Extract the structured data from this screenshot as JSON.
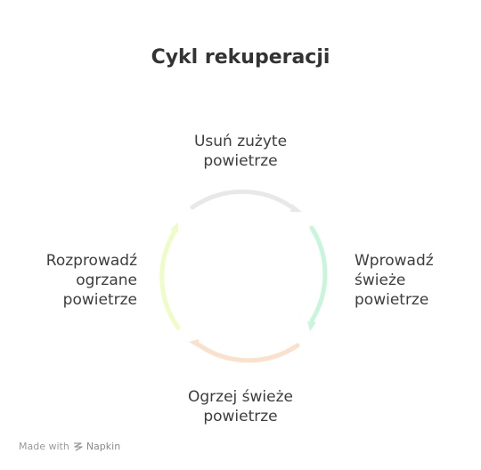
{
  "diagram": {
    "title": "Cykl rekuperacji",
    "steps": [
      {
        "lines": [
          "Usuń zużyte",
          "powietrze"
        ],
        "color": "#e8e8e8"
      },
      {
        "lines": [
          "Wprowadź",
          "świeże",
          "powietrze"
        ],
        "color": "#c9f5dd"
      },
      {
        "lines": [
          "Ogrzej świeże",
          "powietrze"
        ],
        "color": "#fbe0cb"
      },
      {
        "lines": [
          "Rozprowadź",
          "ogrzane",
          "powietrze"
        ],
        "color": "#eefcc7"
      }
    ]
  },
  "footer": {
    "made_with": "Made with",
    "brand": "Napkin",
    "icon": "napkin-logo-icon"
  }
}
